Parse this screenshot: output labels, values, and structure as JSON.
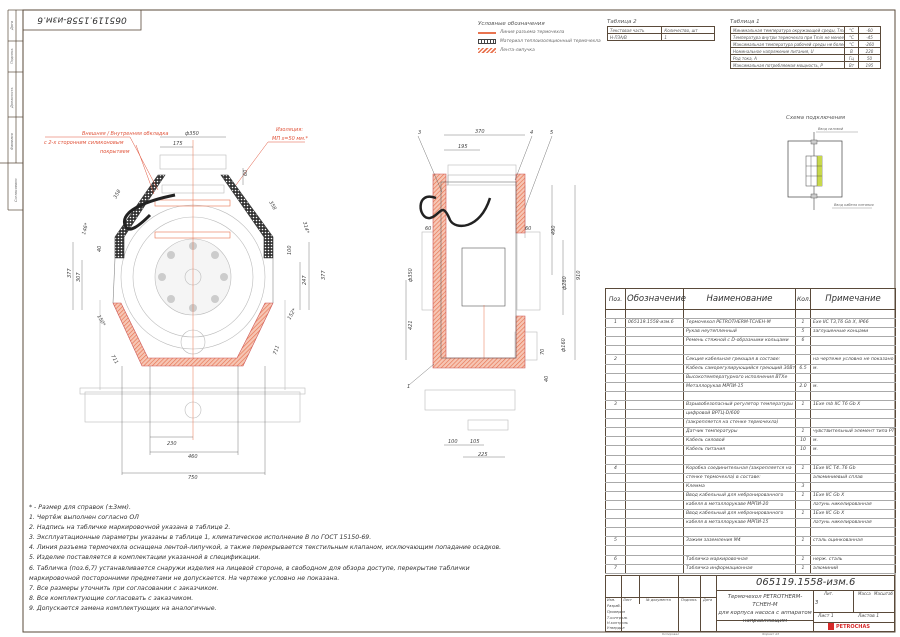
{
  "frame": {
    "doc_code_rotated": "065119.1558-изм.6",
    "margin_labels": [
      "Дата",
      "Подпись",
      "Должность",
      "Фамилия",
      "Согласовано"
    ]
  },
  "legend": {
    "title": "Условные обозначения",
    "items": [
      {
        "label": "Линия разъема термочехла",
        "color": "#e8734f"
      },
      {
        "label": "Материал теплоизоляционный термочехла",
        "color": "#444444"
      },
      {
        "label": "Лента-липучка",
        "color": "#e8734f"
      }
    ]
  },
  "table2": {
    "title": "Таблица 2",
    "header": [
      "Текстовая часть",
      "Количество, шт"
    ],
    "rows": [
      [
        "Н-ПЗА/В",
        "1"
      ]
    ]
  },
  "table1": {
    "title": "Таблица 1",
    "rows": [
      [
        "Минимальная температура окружающей среды, Tmin",
        "°C",
        "-60"
      ],
      [
        "Температура внутри термочехла при Tmin не менее, T",
        "°C",
        "-45"
      ],
      [
        "Максимальная температура рабочей среды не более, Tmax",
        "°C",
        "-260"
      ],
      [
        "Номинальное напряжение питания, U",
        "В",
        "220"
      ],
      [
        "Род тока, А",
        "Гц",
        "50"
      ],
      [
        "Максимальная потребляемая мощность, Р",
        "Вт",
        "195"
      ]
    ]
  },
  "scheme": {
    "title": "Схема подключения",
    "label_top": "Ввод силовой",
    "label_bottom": "Ввод кабеля питания"
  },
  "callouts": {
    "skin": [
      "Внешняя / Внутренняя обкладка",
      "с 2-х сторонним силиконовым",
      "покрытием"
    ],
    "insulation": [
      "Изоляция:",
      "МП  s=50 мм.*"
    ]
  },
  "dims_front": [
    "ф350",
    "175",
    "60",
    "358",
    "146*",
    "40",
    "377",
    "307",
    "358",
    "314*",
    "100",
    "247",
    "377",
    "150*",
    "711",
    "152*",
    "711",
    "230",
    "460",
    "750"
  ],
  "dims_side": [
    "370",
    "195",
    "60",
    "60",
    "490",
    "ф280",
    "910",
    "421",
    "ф160",
    "70",
    "40",
    "100",
    "105",
    "225",
    "ф350"
  ],
  "side_positions": [
    "3",
    "4",
    "5",
    "1"
  ],
  "notes": [
    "* - Размер для справок (±3мм).",
    "1. Чертёж выполнен согласно ОЛ",
    "2. Надпись на табличке маркировочной указана в таблице 2.",
    "3. Эксплуатационные параметры указаны в таблице 1, климатическое исполнение В по ГОСТ 15150-69.",
    "4. Линия разъема термочехла оснащена лентой-липучкой, а также перекрывается текстильным клапаном, исключающим попадание осадков.",
    "5. Изделие поставляется в комплектации указанной в спецификации.",
    "6. Табличка (поз.6,7) устанавливается снаружи изделия на лицевой стороне, в свободном для обзора доступе, перекрытие таблички",
    "маркировочной посторонними предметами не допускается. На чертеже условно не показана.",
    "7. Все размеры уточнить при согласовании с заказчиком.",
    "8. Все комплектующие согласовать с заказчиком.",
    "9. Допускается замена комплектующих на аналогичные."
  ],
  "spec": {
    "headers": [
      "Поз.",
      "Обозначение",
      "Наименование",
      "Кол.",
      "Примечание"
    ],
    "rows": [
      [
        "",
        "",
        "",
        "",
        ""
      ],
      [
        "1",
        "065119.1558-изм.6",
        "Термочехол PETROTHERM-TCHEH-M",
        "1",
        "Exe IIC T3,T6 Gb X, IP66"
      ],
      [
        "",
        "",
        "Рукав неутепленный",
        "5",
        "заглушенные концами"
      ],
      [
        "",
        "",
        "Ремень стяжной с D-образными кольцами",
        "6",
        ""
      ],
      [
        "",
        "",
        "",
        "",
        ""
      ],
      [
        "2",
        "",
        "Секция кабельная греющая в составе:",
        "",
        "на чертеже условно не показано"
      ],
      [
        "",
        "",
        "Кабель саморегулирующийся греющий 30Вт/м",
        "6.5",
        "м."
      ],
      [
        "",
        "",
        "Высокотемпературного исполнения BTXe",
        "",
        ""
      ],
      [
        "",
        "",
        "Металлорукав МРПИ-15",
        "2.0",
        "м."
      ],
      [
        "",
        "",
        "",
        "",
        ""
      ],
      [
        "3",
        "",
        "Взрывобезопасный регулятор температуры",
        "1",
        "1Exe mb IIC T6 Gb X"
      ],
      [
        "",
        "",
        "цифровой ВРТЦ-D/600",
        "",
        ""
      ],
      [
        "",
        "",
        "(закрепляется на стенке термочехла)",
        "",
        ""
      ],
      [
        "",
        "",
        "Датчик температуры",
        "1",
        "чувствительный элемент типа PT100"
      ],
      [
        "",
        "",
        "Кабель силовой",
        "10",
        "м."
      ],
      [
        "",
        "",
        "Кабель питания",
        "10",
        "м."
      ],
      [
        "",
        "",
        "",
        "",
        ""
      ],
      [
        "4",
        "",
        "Коробка соединительная (закрепляется на",
        "1",
        "1Exe IIC T4..T6 Gb"
      ],
      [
        "",
        "",
        "стенке термочехла) в составе:",
        "",
        "алюминиевый сплав"
      ],
      [
        "",
        "",
        "Клемма",
        "3",
        ""
      ],
      [
        "",
        "",
        "Ввод кабельный для небронированного",
        "1",
        "1Exe IIC Gb X"
      ],
      [
        "",
        "",
        "кабеля в металлорукаве МРПИ-20",
        "",
        "латунь никелированная"
      ],
      [
        "",
        "",
        "Ввод кабельный для небронированного",
        "1",
        "1Exe IIC Gb X"
      ],
      [
        "",
        "",
        "кабеля в металлорукаве МРПИ-15",
        "",
        "латунь никелированная"
      ],
      [
        "",
        "",
        "",
        "",
        ""
      ],
      [
        "5",
        "",
        "Зажим заземления М4",
        "1",
        "сталь оцинкованная"
      ],
      [
        "",
        "",
        "",
        "",
        ""
      ],
      [
        "6",
        "",
        "Табличка маркировочная",
        "1",
        "нерж. сталь"
      ],
      [
        "7",
        "",
        "Табличка информационная",
        "1",
        "алюминий"
      ]
    ]
  },
  "title_block": {
    "doc_code": "065119.1558-изм.6",
    "cols": [
      "Изм.",
      "Лист",
      "№ документа",
      "Подпись",
      "Дата"
    ],
    "roles": [
      "Разраб.",
      "Проверил",
      "Т.контроль",
      "Н.контроль",
      "Утвердил"
    ],
    "product": [
      "Термочехол PETROTHERM-TCHEH-M",
      "для корпуса насоса с аппаратом",
      "направляющим"
    ],
    "lit_label": "Лит.",
    "mass_label": "Масса",
    "scale_label": "Масштаб",
    "lit_value": "З",
    "sheet": "Лист 1",
    "sheets": "Листов 1",
    "company": "PETROCHAS",
    "footer_copied": "Копировал",
    "footer_format": "Формат А3"
  },
  "colors": {
    "hatch": "#e8734f",
    "line": "#5a4a3a",
    "callout": "#e0533a"
  }
}
